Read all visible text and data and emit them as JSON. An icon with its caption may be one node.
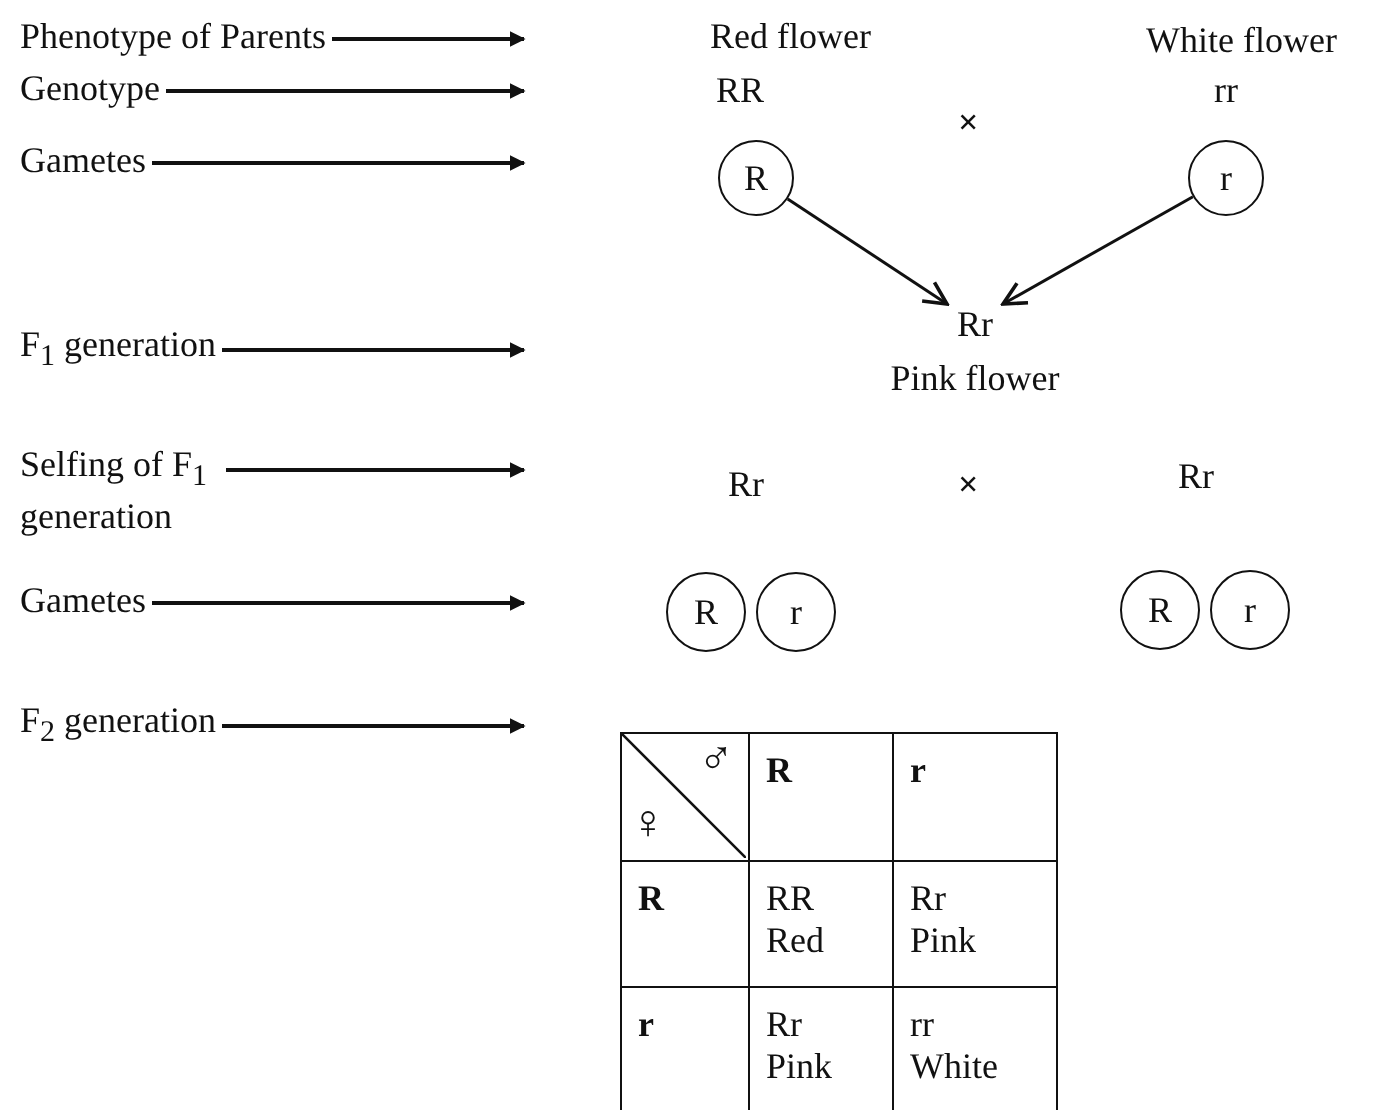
{
  "diagram": {
    "nodes": [
      {
        "text": [
          "Phenotype of Parents"
        ]
      },
      {
        "text": [
          "Genotype"
        ]
      },
      {
        "text": [
          "Gametes"
        ]
      },
      {
        "text": [
          "F$_{1}$ generation"
        ]
      },
      {
        "text": [
          "Selfing of F$_{1}$ generation"
        ]
      },
      {
        "text": [
          "Gametes"
        ]
      },
      {
        "text": [
          "F$_{2}$ generation"
        ]
      },
      {
        "text": [
          "R"
        ]
      },
      {
        "text": [
          "r"
        ]
      },
      {
        "text": [
          "Rr",
          "Pink flower"
        ]
      },
      {
        "text": [
          "R"
        ]
      },
      {
        "text": [
          "r"
        ]
      },
      {
        "text": [
          "R"
        ]
      },
      {
        "text": [
          "r"
        ]
      }
    ],
    "edges": [
      {
        "from": 0,
        "to": null,
        "arrow": "to"
      },
      {
        "from": 1,
        "to": null,
        "arrow": "to"
      },
      {
        "from": 2,
        "to": null,
        "arrow": "to"
      },
      {
        "from": 3,
        "to": null,
        "arrow": "to"
      },
      {
        "from": 4,
        "to": null,
        "arrow": "to"
      },
      {
        "from": 5,
        "to": null,
        "arrow": "to"
      },
      {
        "from": 6,
        "to": null,
        "arrow": "to"
      },
      {
        "from": 7,
        "to": 9,
        "arrow": "to"
      },
      {
        "from": 8,
        "to": 9,
        "arrow": "to"
      }
    ],
    "labels": [
      "Red flower",
      "White flower",
      "RR",
      "×",
      "rr",
      "Rr",
      "×",
      "Rr",
      "♂",
      "♀",
      "R",
      "r",
      "R",
      "RR Red",
      "Rr Pink",
      "r",
      "Rr Pink",
      "rr White"
    ]
  }
}
